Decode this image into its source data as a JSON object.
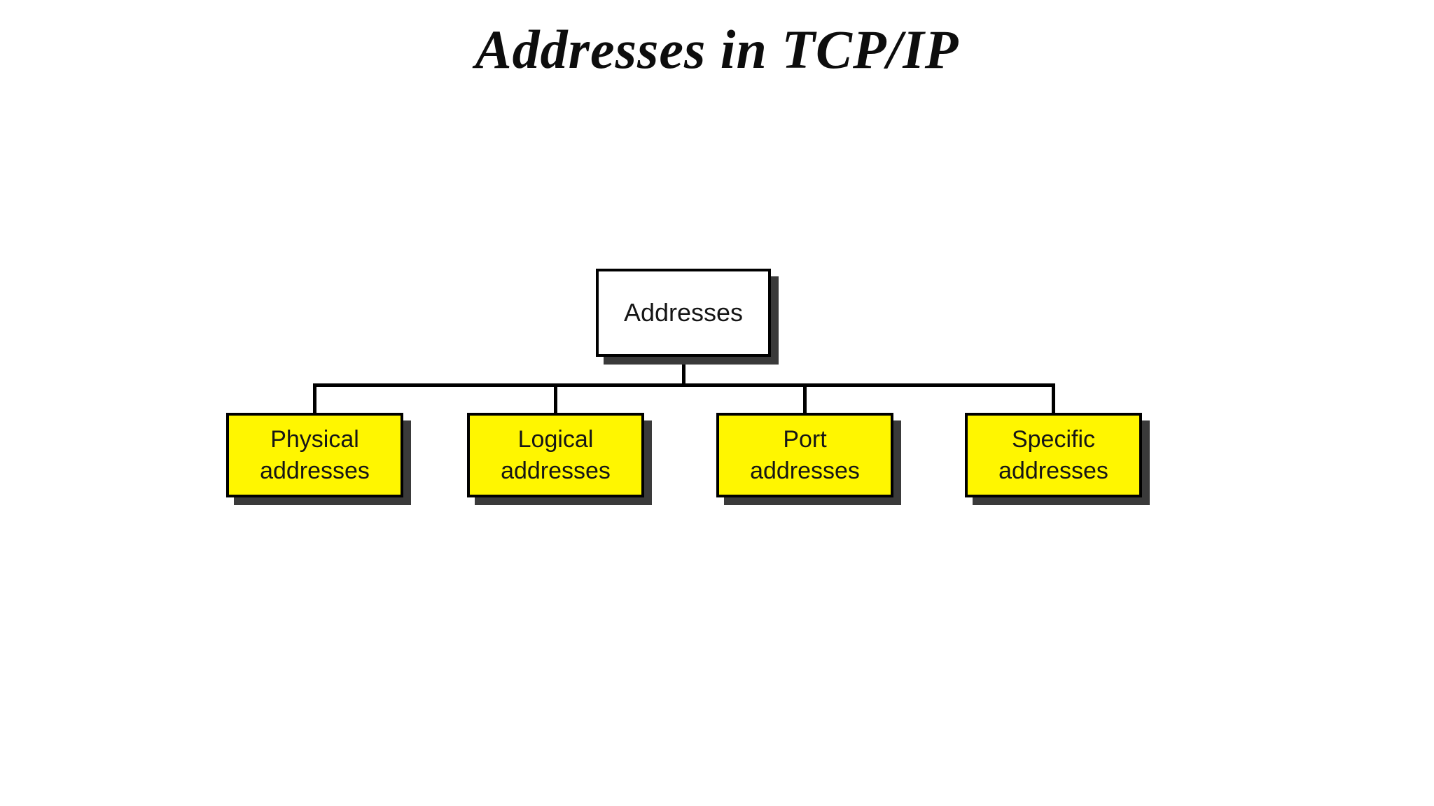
{
  "title": "Addresses in TCP/IP",
  "colors": {
    "background": "#FFFFFF",
    "root_box_fill": "#FFFFFF",
    "child_box_fill": "#FFF600",
    "box_border": "#000000",
    "box_shadow": "#3A3A3A",
    "connector_line": "#000000",
    "title_text": "#0D0D0D",
    "label_text": "#161616"
  },
  "diagram": {
    "root": {
      "label": "Addresses"
    },
    "children": [
      {
        "lines": [
          "Physical",
          "addresses"
        ]
      },
      {
        "lines": [
          "Logical",
          "addresses"
        ]
      },
      {
        "lines": [
          "Port",
          "addresses"
        ]
      },
      {
        "lines": [
          "Specific",
          "addresses"
        ]
      }
    ]
  }
}
